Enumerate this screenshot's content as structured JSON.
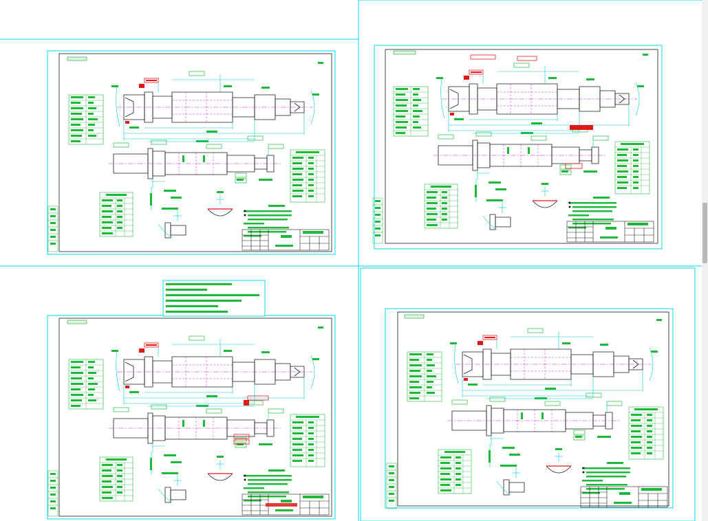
{
  "colors": {
    "sheet_border": "#00d8e8",
    "geometry": "#1a1a1a",
    "dimension": "#00c8d8",
    "annotation_green": "#1fb83a",
    "highlight_red": "#e01818",
    "centerline_magenta": "#d020d0"
  },
  "sheets": [
    {
      "id": "sheet-1",
      "title_tag": ""
    },
    {
      "id": "sheet-2",
      "title_tag": ""
    },
    {
      "id": "sheet-3",
      "title_tag": ""
    },
    {
      "id": "sheet-4",
      "title_tag": ""
    }
  ],
  "notes_box": {
    "lines": [
      "",
      "",
      "",
      "",
      "",
      ""
    ]
  },
  "scrollbar": {
    "position_fraction": 0.44
  }
}
